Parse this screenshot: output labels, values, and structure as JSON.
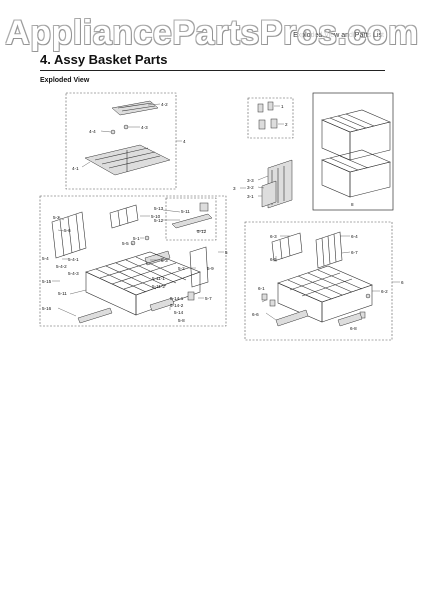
{
  "page": {
    "watermark": "AppliancePartsPros.com",
    "header_right": "Exploded View and Parts List",
    "title": "4.  Assy Basket Parts",
    "subtitle": "Exploded View"
  },
  "callouts": {
    "c4": "4",
    "c41": "4-1",
    "c42": "4-2",
    "c43": "4-3",
    "c44": "4-4",
    "c1": "1",
    "c2": "2",
    "c3": "3",
    "c31": "3-1",
    "c32": "3-2",
    "c33": "3-3",
    "c8": "8",
    "c5": "5",
    "c51": "5-1",
    "c52a": "5-2",
    "c52b": "5-2",
    "c53": "5-3",
    "c54": "5-4",
    "c55": "5-5",
    "c56": "5-6",
    "c57": "5-7",
    "c58": "5-8",
    "c59": "5-9",
    "c510": "5-10",
    "c511": "5-11",
    "c512": "5-12",
    "c513": "5-13",
    "c514": "5-14",
    "c515": "5-15",
    "c516": "5-16",
    "c541": "5-4-1",
    "c542": "5-4-2",
    "c543": "5-4-3",
    "c5111": "5-11-1",
    "c5112": "5-11-2",
    "c5141": "5-14-1",
    "c5142": "5-14-2",
    "c6": "6",
    "c61": "6-1",
    "c62": "6-2",
    "c63": "6-3",
    "c64": "6-4",
    "c65": "6-5",
    "c66": "6-6",
    "c67": "6-7",
    "c68": "6-8"
  }
}
